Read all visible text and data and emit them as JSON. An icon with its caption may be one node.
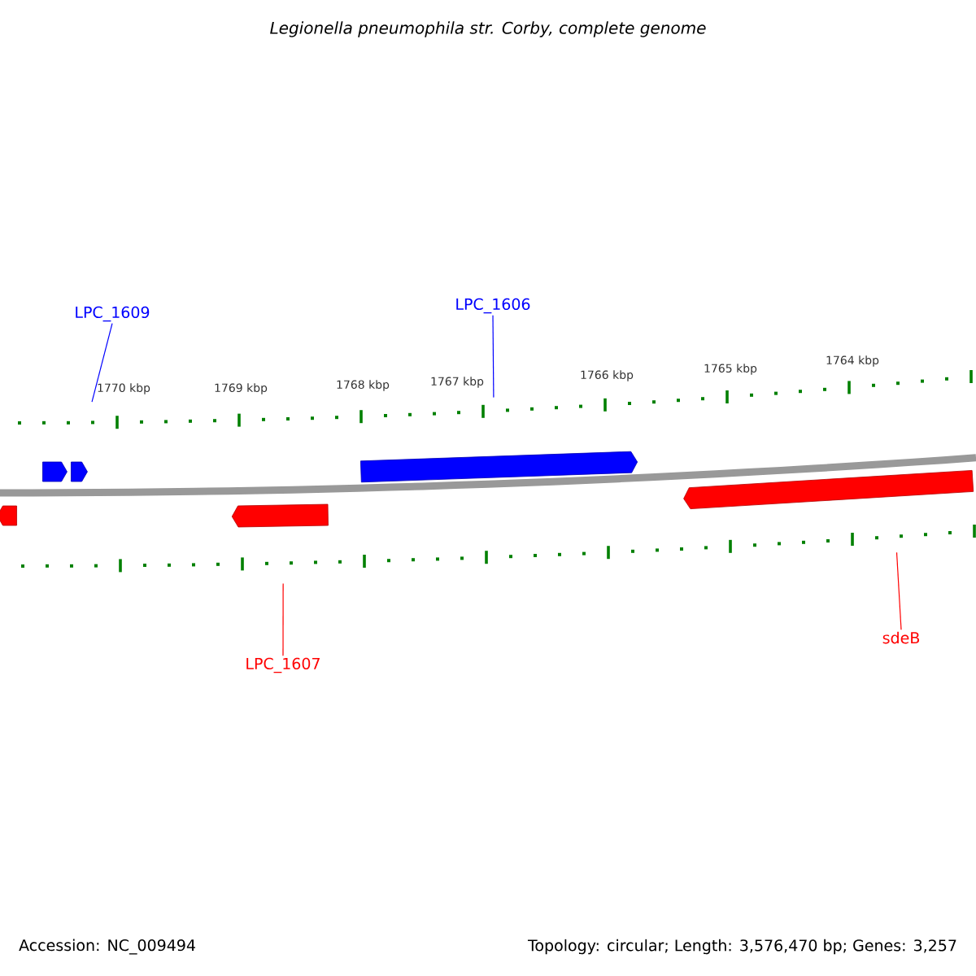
{
  "diagram": {
    "title": "Legionella pneumophila str. Corby, complete genome",
    "nodes": [
      {
        "text": [
          "LPC_1609"
        ]
      },
      {
        "text": [
          "LPC_1606"
        ]
      },
      {
        "text": [],
        "shape": "box"
      },
      {
        "text": [],
        "shape": "box"
      },
      {
        "text": [],
        "shape": "box"
      },
      {
        "text": [],
        "shape": "box"
      },
      {
        "text": [],
        "shape": "box"
      },
      {
        "text": [],
        "shape": "box"
      },
      {
        "text": [
          "LPC_1607"
        ]
      },
      {
        "text": [
          "sdeB"
        ]
      }
    ],
    "edges": [
      {
        "from": 0,
        "to": 3,
        "arrow": "none",
        "color": "#0000ff"
      },
      {
        "from": 1,
        "to": 4,
        "arrow": "none",
        "color": "#0000ff"
      },
      {
        "from": 8,
        "to": 6,
        "arrow": "none",
        "color": "#ff0000"
      },
      {
        "from": 9,
        "to": 7,
        "arrow": "none",
        "color": "#ff0000"
      }
    ],
    "labels": [
      "1770 kbp",
      "1769 kbp",
      "1768 kbp",
      "1767 kbp",
      "1766 kbp",
      "1765 kbp",
      "1764 kbp",
      "Accession: NC_009494",
      "Topology: circular; Length: 3,576,470 bp; Genes: 3,257"
    ]
  }
}
